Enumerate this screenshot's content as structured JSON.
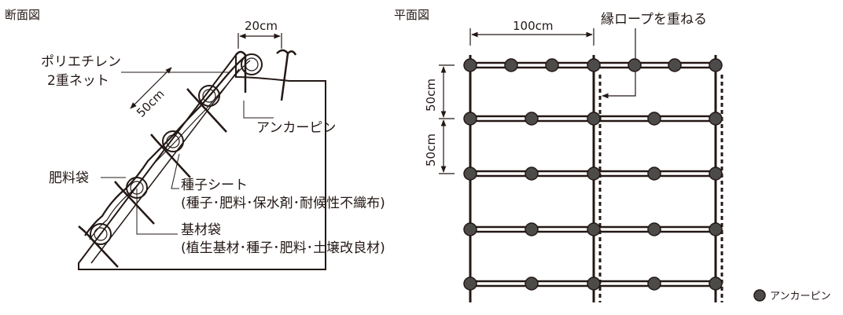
{
  "section": {
    "title": "断面図",
    "width_dim": "20cm",
    "spacing_dim": "50cm",
    "labels": {
      "net": [
        "ポリエチレン",
        "2重ネット"
      ],
      "anchor_pin": "アンカーピン",
      "fertilizer_bag": "肥料袋",
      "seed_sheet": [
        "種子シート",
        "(種子･肥料･保水剤･耐候性不織布)"
      ],
      "base_bag": [
        "基材袋",
        "(植生基材･種子･肥料･土壌改良材)"
      ]
    }
  },
  "plan": {
    "title": "平面図",
    "width_dim": "100cm",
    "height_dims": [
      "50cm",
      "50cm"
    ],
    "rope_label": "縁ロープを重ねる",
    "legend_label": "アンカーピン"
  }
}
